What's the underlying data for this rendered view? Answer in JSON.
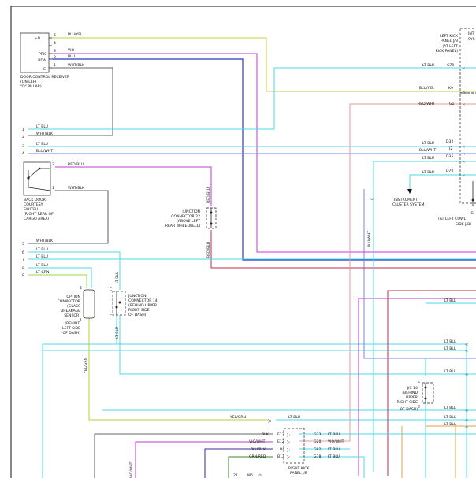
{
  "colors": {
    "lt_blu": "#4fd7ea",
    "blu_yel": "#c9cc3a",
    "vio": "#c23ad0",
    "blu": "#2b37c6",
    "wht_blk": "#333333",
    "red_blu": "#c02a4a",
    "red_wht": "#e59b9b",
    "lt_grn": "#8fdc46",
    "yel_grn": "#b7d23a",
    "grn_red": "#3a8a2a",
    "blu_blk": "#3a2a9a",
    "blu_wht": "#7d7df0",
    "blk_orange": "#e5a040"
  },
  "door_control_receiver": {
    "caption": [
      "DOOR CONTROL RECEIVER",
      "(ON LEFT",
      "\"D\" PILLAR)"
    ],
    "pins": [
      {
        "label": "+B",
        "num": "6",
        "wire": "BLU/YEL"
      },
      {
        "label": "",
        "num": "4",
        "wire": ""
      },
      {
        "label": "PRK",
        "num": "3",
        "wire": "VIO"
      },
      {
        "label": "RDA",
        "num": "2",
        "wire": "BLU"
      },
      {
        "label": "E",
        "num": "1",
        "wire": "WHT/BLK"
      }
    ]
  },
  "left_wire_list_a": [
    {
      "num": "1",
      "wire": "LT BLU"
    },
    {
      "num": "2",
      "wire": "WHT/BLK"
    },
    {
      "num": "3",
      "wire": "LT BLU"
    },
    {
      "num": "4",
      "wire": "BLU/WHT"
    }
  ],
  "back_door_switch": {
    "caption": [
      "BACK DOOR",
      "COURTESY",
      "SWITCH",
      "(RIGHT REAR OF",
      "CARGO AREA)"
    ],
    "pins": [
      {
        "num": "2",
        "wire": "RED/BLU"
      },
      {
        "num": "1",
        "wire": "WHT/BLK"
      }
    ]
  },
  "junction_connector_22": {
    "caption": [
      "JUNCTION",
      "CONNECTOR 22",
      "(ABOVE LEFT",
      "REAR WHEELWELL)"
    ],
    "wire_top": "RED/BLU",
    "wire_bottom": "RED/BLU"
  },
  "left_wire_list_b": [
    {
      "num": "5",
      "wire": "WHT/BLK"
    },
    {
      "num": "6",
      "wire": "LT BLU"
    },
    {
      "num": "7",
      "wire": "LT BLU"
    },
    {
      "num": "8",
      "wire": "LT BLU"
    },
    {
      "num": "9",
      "wire": "LT GRN"
    }
  ],
  "option_connector": {
    "caption": [
      "OPTION",
      "CONNECTOR",
      "(GLASS",
      "BREAKAGE",
      "SENSOR)",
      "(BEHIND",
      "LEFT SIDE",
      "OF DASH)"
    ],
    "pin_top": "2",
    "pin_bottom": "1",
    "wire_down": "YEL/GRN"
  },
  "junction_connector_14": {
    "caption": [
      "JUNCTION",
      "CONNECTOR 14",
      "(BEHIND UPPER",
      "RIGHT SIDE",
      "OF DASH)"
    ],
    "wire_up": "LT BLU",
    "wire_down": "LT BLU",
    "pin_labels": [
      "C",
      "C"
    ]
  },
  "left_kick_panel": {
    "caption": [
      "LEFT KICK",
      "PANEL J/B",
      "(AT LEFT",
      "KICK PANEL)"
    ],
    "side_caption": [
      "INT",
      "SYS"
    ],
    "terminals": [
      {
        "wire": "LT BLU",
        "pin": "G79"
      },
      {
        "wire": "BLU/YEL",
        "pin": "K9"
      },
      {
        "wire": "RED/WHT",
        "pin": "G1"
      },
      {
        "wire": "LT BLU",
        "pin": "D32"
      },
      {
        "wire": "BLU/WHT",
        "pin": "I2"
      },
      {
        "wire": "LT BLU",
        "pin": "D35"
      },
      {
        "wire": "LT BLU",
        "pin": "D70"
      }
    ]
  },
  "instrument_cluster": {
    "label": [
      "INSTRUMENT",
      "CLUSTER SYSTEM"
    ]
  },
  "ig_block": {
    "caption": [
      "IG",
      "(AT LEFT COWL",
      "SIDE J/B)"
    ]
  },
  "blu_wht_vertical": "BLU/WHT",
  "right_side_wires": [
    {
      "wire": "LT BLU"
    },
    {
      "wire": "LT BLU"
    },
    {
      "wire": "LT BLU"
    },
    {
      "wire": "LT BLU"
    }
  ],
  "jc14_right": {
    "caption": [
      "J/C 14",
      "(BEHIND",
      "UPPER",
      "RIGHT SIDE",
      "OF DASH)"
    ],
    "pins": [
      "E",
      "E"
    ]
  },
  "right_side_wires_b": [
    {
      "wire": "LT BLU"
    },
    {
      "wire": "LT BLU"
    },
    {
      "wire": "LT BLU"
    }
  ],
  "yel_grn_splice": {
    "left": "YEL/GRN",
    "right": "LT BLU"
  },
  "right_kick_panel": {
    "caption": [
      "RIGHT KICK",
      "PANEL J/B"
    ],
    "rows": [
      {
        "left_wire": "BLK",
        "left_pin": "E13",
        "right_pin": "G73",
        "right_wire": "LT BLU"
      },
      {
        "left_wire": "VIO/WHT",
        "left_pin": "E12",
        "right_pin": "G20",
        "right_wire": "VIO/WHT"
      },
      {
        "left_wire": "BLU/BLK",
        "left_pin": "B4",
        "right_pin": "G82",
        "right_wire": "LT BLU"
      },
      {
        "left_wire": "GRN/RED",
        "left_pin": "B12",
        "right_pin": "G78",
        "right_wire": "LT BLU"
      }
    ],
    "bottom": [
      "21",
      "M6",
      "①"
    ]
  },
  "bottom_vertical": "VIO/WHT"
}
